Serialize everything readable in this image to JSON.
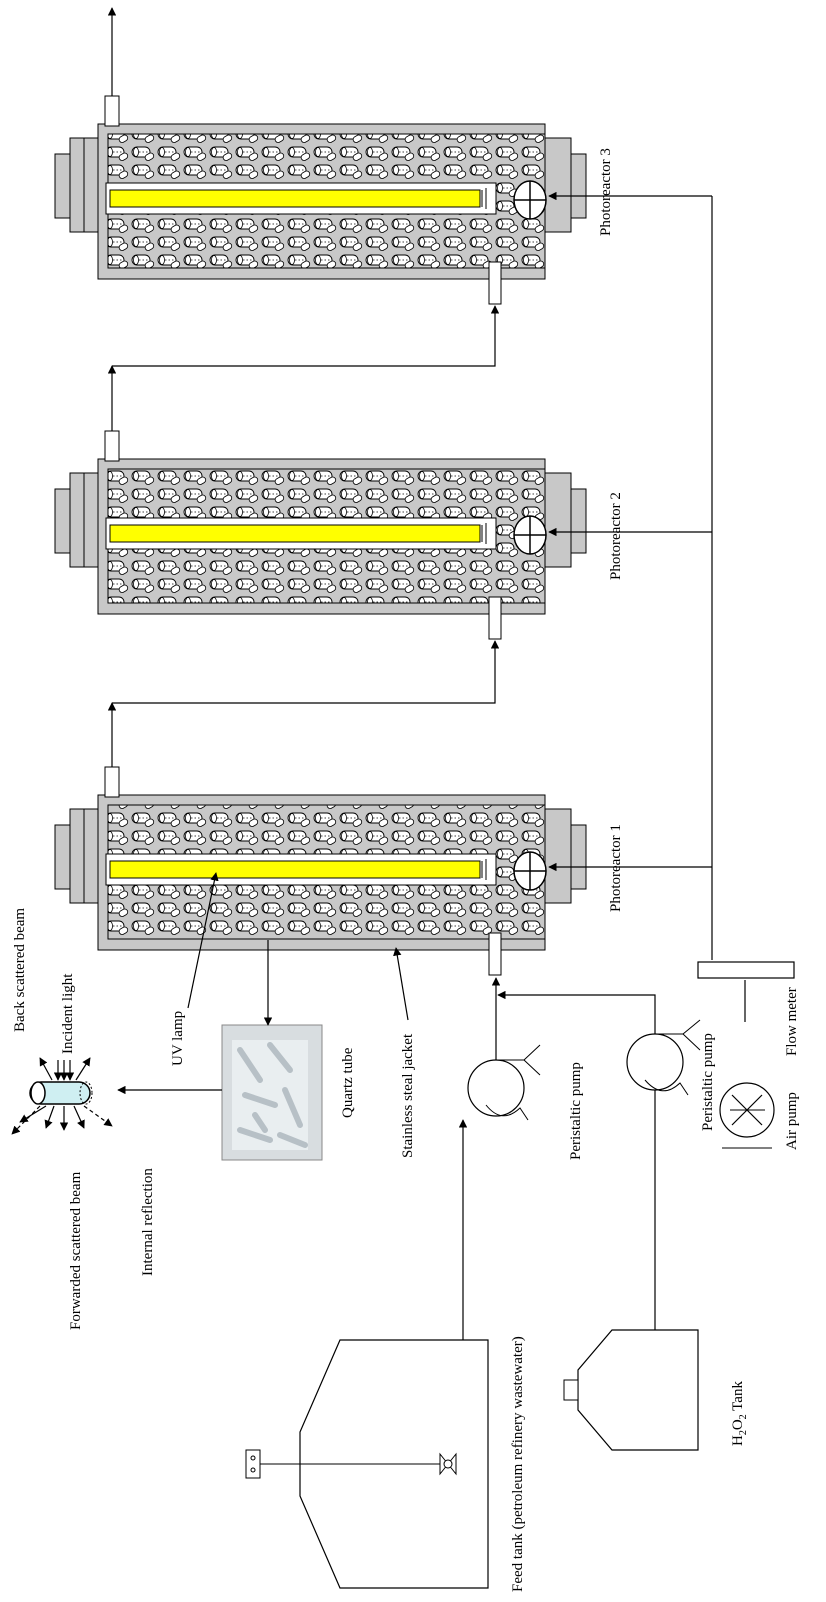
{
  "labels": {
    "photoreactor_1": "Photoreactor 1",
    "photoreactor_2": "Photoreactor 2",
    "photoreactor_3": "Photoreactor 3",
    "uv_lamp": "UV lamp",
    "quartz_tube": "Quartz tube",
    "stainless_jacket": "Stainless steal jacket",
    "back_scattered": "Back scattered beam",
    "incident_light": "Incident light",
    "forwarded_scattered": "Forwarded scattered beam",
    "internal_reflection": "Internal reflection",
    "peristaltic_pump_1": "Peristaltic pump",
    "peristaltic_pump_2": "Peristaltic pump",
    "flow_meter": "Flow meter",
    "air_pump": "Air pump",
    "feed_tank": "Feed tank (petroleum refinery wastewater)",
    "h2o2_tank": {
      "h": "H",
      "sub1": "2",
      "o": "O",
      "sub2": "2",
      "rest": " Tank"
    }
  },
  "colors": {
    "uv_lamp": "#ffff00",
    "jacket": "#c8c8c8",
    "line": "#000000"
  }
}
